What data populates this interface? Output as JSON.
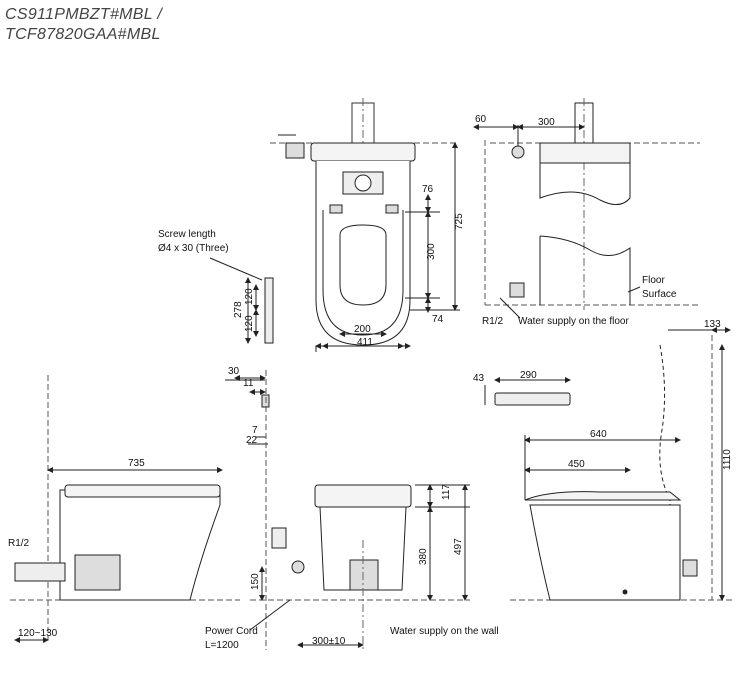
{
  "title": {
    "line1": "CS911PMBZT#MBL /",
    "line2": "TCF87820GAA#MBL"
  },
  "labels": {
    "screw_length": "Screw length",
    "screw_spec": "Ø4 x 30 (Three)",
    "floor": "Floor",
    "surface": "Surface",
    "r12_top": "R1/2",
    "water_supply_floor": "Water supply on the floor",
    "r12_side": "R1/2",
    "power_cord": "Power Cord",
    "power_cord_length": "L=1200",
    "water_supply_wall": "Water supply on the wall"
  },
  "dimensions": {
    "d60": "60",
    "d300_top": "300",
    "d76": "76",
    "d725": "725",
    "d300_plan": "300",
    "d74": "74",
    "d200": "200",
    "d411": "411",
    "d278": "278",
    "d120_a": "120",
    "d120_b": "120",
    "d30": "30",
    "d11": "11",
    "d7": "7",
    "d22": "22",
    "d43": "43",
    "d290": "290",
    "d133": "133",
    "d640": "640",
    "d450": "450",
    "d1110": "1110",
    "d735": "735",
    "d120_130": "120~130",
    "d117": "117",
    "d497": "497",
    "d380": "380",
    "d150": "150",
    "d300_10": "300±10"
  },
  "colors": {
    "line": "#222222",
    "centerline": "#555555",
    "fill_dark": "#e9e9e9"
  }
}
